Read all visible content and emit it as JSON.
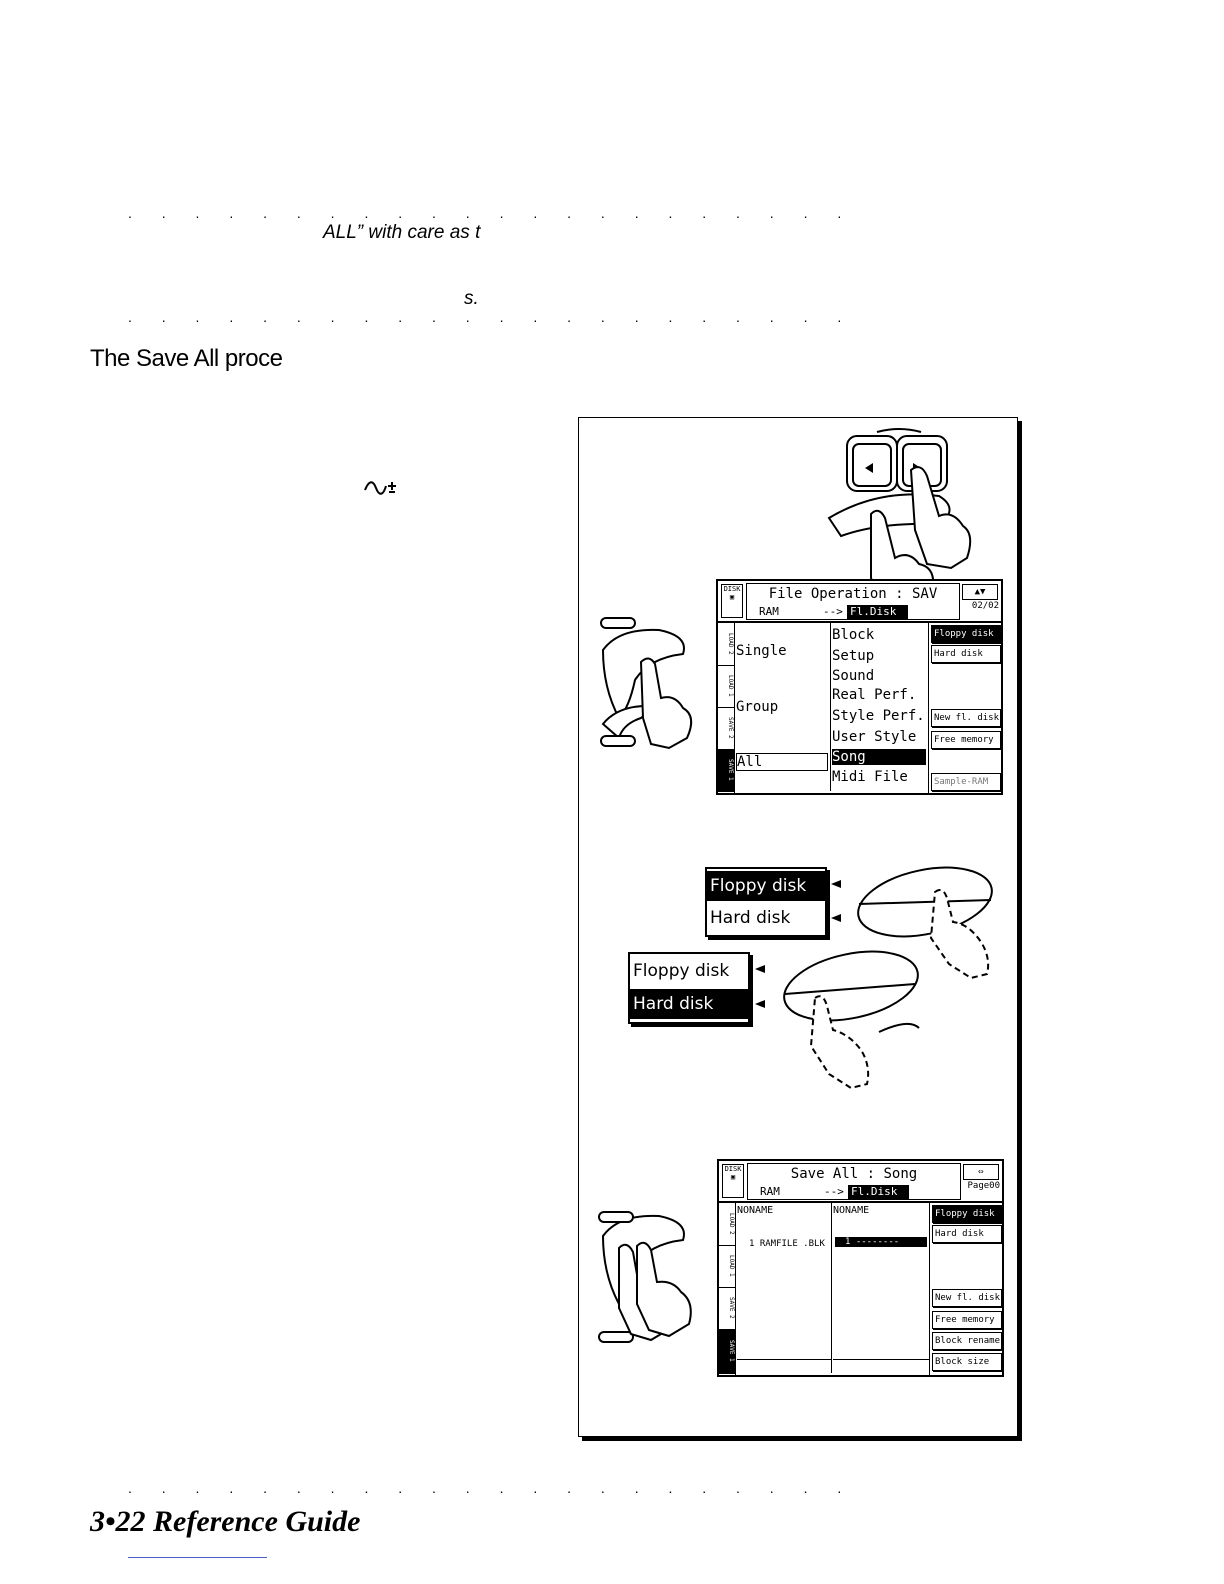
{
  "note": {
    "line1": "ALL” with care as t",
    "line2": "s."
  },
  "lead_text": "The Save All proce",
  "footer": {
    "title": "3•22   Reference Guide"
  },
  "figure": {
    "screen1": {
      "title": "File Operation : SAV",
      "source": "RAM",
      "arrow": "-->",
      "destination": "Fl.Disk",
      "page_indicator": "02/02",
      "left_items": [
        "Single",
        "Group",
        "All"
      ],
      "right_items": [
        "Block",
        "Setup",
        "Sound",
        "Real Perf.",
        "Style Perf.",
        "User Style",
        "Song",
        "Midi File"
      ],
      "selected_right": "Song",
      "buttons": [
        "Floppy disk",
        "Hard disk",
        "New fl. disk",
        "Free memory",
        "Sample-RAM"
      ]
    },
    "popup1": {
      "options": [
        "Floppy disk",
        "Hard disk"
      ],
      "selected": "Floppy disk"
    },
    "popup2": {
      "options": [
        "Floppy disk",
        "Hard disk"
      ],
      "selected": "Hard disk"
    },
    "screen2": {
      "title": "Save  All :  Song",
      "source": "RAM",
      "arrow": "-->",
      "destination": "Fl.Disk",
      "page_indicator": "Page00",
      "left_header": "NONAME",
      "right_header": "NONAME",
      "left_entry": "1  RAMFILE  .BLK",
      "right_entry": "1  --------",
      "buttons": [
        "Floppy disk",
        "Hard disk",
        "New fl. disk",
        "Free memory",
        "Block rename",
        "Block size"
      ]
    }
  }
}
